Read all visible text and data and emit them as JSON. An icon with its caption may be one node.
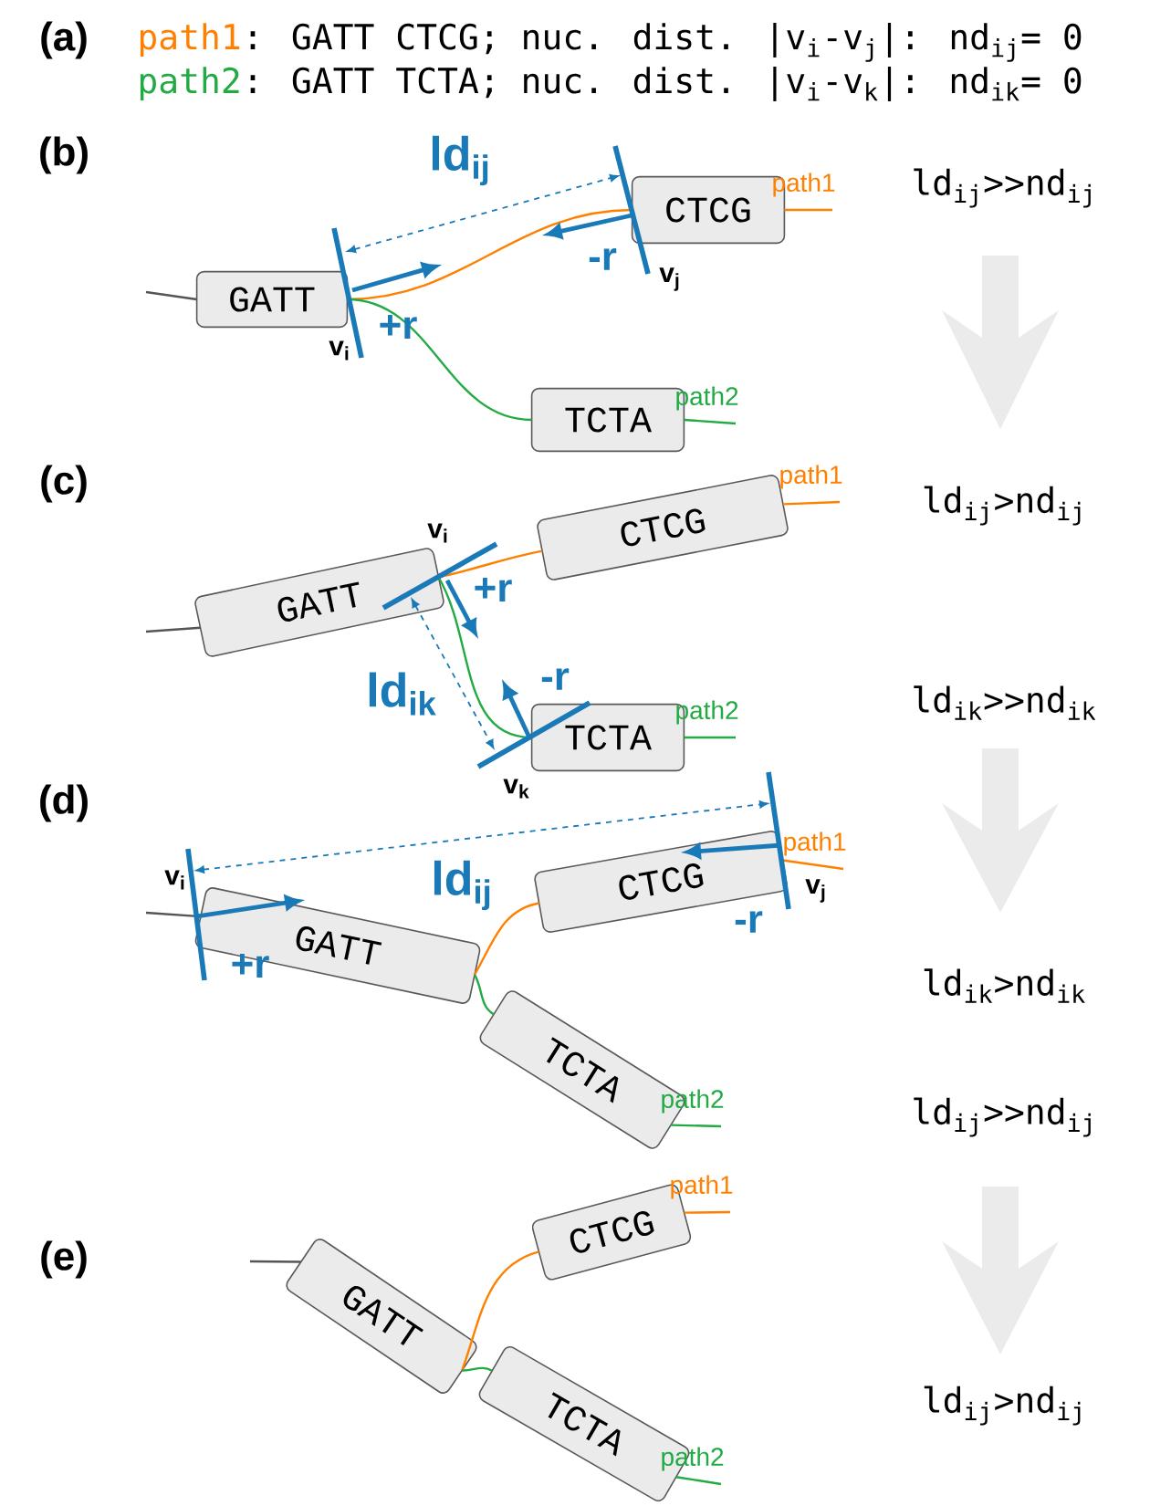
{
  "diagram": {
    "nodes": [
      {
        "text": [
          "GATT"
        ]
      },
      {
        "text": [
          "CTCG"
        ]
      },
      {
        "text": [
          "TCTA"
        ]
      },
      {
        "text": [
          "GATT"
        ]
      },
      {
        "text": [
          "CTCG"
        ]
      },
      {
        "text": [
          "TCTA"
        ]
      },
      {
        "text": [
          "GATT"
        ]
      },
      {
        "text": [
          "CTCG"
        ]
      },
      {
        "text": [
          "TCTA"
        ]
      },
      {
        "text": [
          "GATT"
        ]
      },
      {
        "text": [
          "CTCG"
        ]
      },
      {
        "text": [
          "TCTA"
        ]
      }
    ],
    "edges": [
      {
        "from": null,
        "to": 0,
        "arrow": "none",
        "color": "#555555"
      },
      {
        "from": 0,
        "to": 1,
        "arrow": "none",
        "color": "#ff8000"
      },
      {
        "from": 1,
        "to": null,
        "arrow": "none",
        "label": "path1",
        "color": "#ff8000"
      },
      {
        "from": 0,
        "to": 2,
        "arrow": "none",
        "color": "#22aa44"
      },
      {
        "from": 2,
        "to": null,
        "arrow": "none",
        "label": "path2",
        "color": "#22aa44"
      },
      {
        "from": null,
        "to": 3,
        "arrow": "none",
        "color": "#555555"
      },
      {
        "from": 3,
        "to": 4,
        "arrow": "none",
        "color": "#ff8000"
      },
      {
        "from": 4,
        "to": null,
        "arrow": "none",
        "label": "path1",
        "color": "#ff8000"
      },
      {
        "from": 3,
        "to": 5,
        "arrow": "none",
        "color": "#22aa44"
      },
      {
        "from": 5,
        "to": null,
        "arrow": "none",
        "label": "path2",
        "color": "#22aa44"
      },
      {
        "from": null,
        "to": 6,
        "arrow": "none",
        "color": "#555555"
      },
      {
        "from": 6,
        "to": 7,
        "arrow": "none",
        "color": "#ff8000"
      },
      {
        "from": 7,
        "to": null,
        "arrow": "none",
        "label": "path1",
        "color": "#ff8000"
      },
      {
        "from": 6,
        "to": 8,
        "arrow": "none",
        "color": "#22aa44"
      },
      {
        "from": 8,
        "to": null,
        "arrow": "none",
        "label": "path2",
        "color": "#22aa44"
      },
      {
        "from": null,
        "to": 9,
        "arrow": "none",
        "color": "#555555"
      },
      {
        "from": 9,
        "to": 10,
        "arrow": "none",
        "color": "#ff8000"
      },
      {
        "from": 10,
        "to": null,
        "arrow": "none",
        "label": "path1",
        "color": "#ff8000"
      },
      {
        "from": 9,
        "to": 11,
        "arrow": "none",
        "color": "#22aa44"
      },
      {
        "from": 11,
        "to": null,
        "arrow": "none",
        "label": "path2",
        "color": "#22aa44"
      }
    ],
    "labels": [
      "(a)",
      "path1",
      ": GATT CTCG; nuc. dist. |v$_{i}$-v$_{j}$|: nd$_{ij}$= 0",
      "path2",
      ": GATT TCTA; nuc. dist. |v$_{i}$-v$_{k}$|: nd$_{ik}$= 0",
      "(b)",
      "ld$_{ij}$",
      "ld$_{ij}$>>nd$_{ij}$",
      "-r",
      "+r",
      "v$_{i}$",
      "v$_{j}$",
      "(c)",
      "ld$_{ij}$>nd$_{ij}$",
      "v$_{i}$",
      "+r",
      "ld$_{ik}$",
      "-r",
      "ld$_{ik}$>>nd$_{ik}$",
      "v$_{k}$",
      "(d)",
      "v$_{i}$",
      "ld$_{ij}$",
      "v$_{j}$",
      "-r",
      "+r",
      "ld$_{ik}$>nd$_{ik}$",
      "ld$_{ij}$>>nd$_{ij}$",
      "(e)",
      "ld$_{ij}$>nd$_{ij}$"
    ]
  }
}
